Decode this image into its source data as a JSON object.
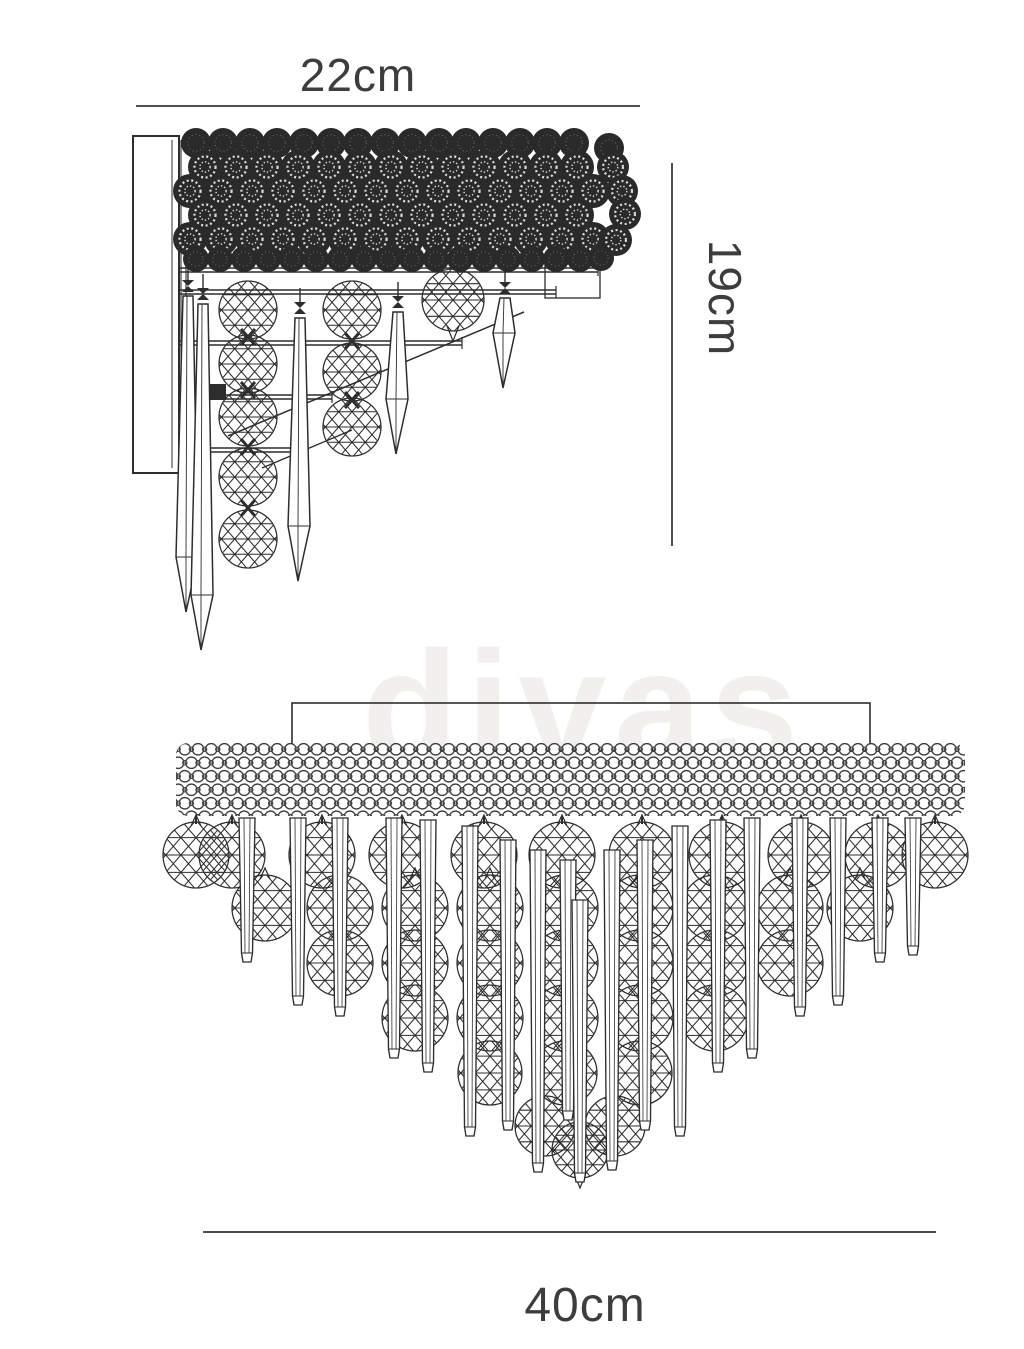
{
  "page": {
    "background": "#ffffff",
    "ink": "#2d2d2d",
    "dim_line_color": "#4f4f4f",
    "label_color": "#3d3d3d",
    "watermark_color": "#f1f0ec"
  },
  "side_view": {
    "name": "wall-light side elevation",
    "width_label": "22cm",
    "height_label": "19cm"
  },
  "front_view": {
    "name": "wall-light front elevation",
    "width_label": "40cm"
  },
  "watermark": {
    "text": "divas"
  }
}
